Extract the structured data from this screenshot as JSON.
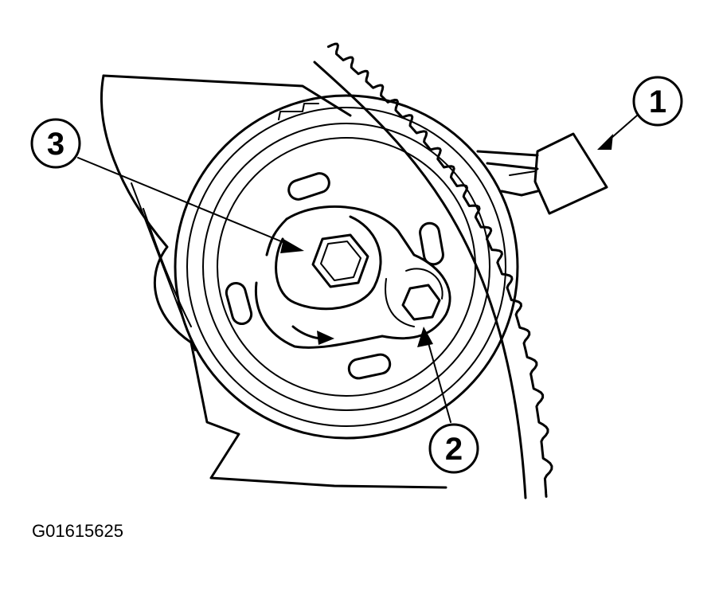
{
  "figure_id": "G01615625",
  "callouts": [
    {
      "label": "1",
      "target": "tensioner-tool"
    },
    {
      "label": "2",
      "target": "adjuster-bolt"
    },
    {
      "label": "3",
      "target": "center-bolt"
    }
  ]
}
